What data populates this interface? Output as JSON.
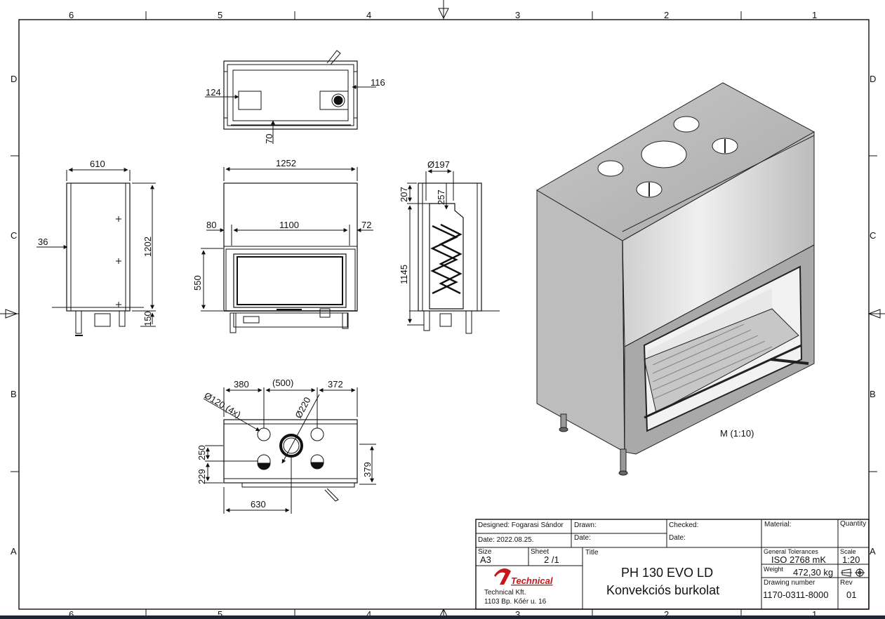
{
  "zones": {
    "columns": [
      "6",
      "5",
      "4",
      "3",
      "2",
      "1"
    ],
    "rows": [
      "D",
      "C",
      "B",
      "A"
    ]
  },
  "dimensions": {
    "top_view": [
      "124",
      "116",
      "70"
    ],
    "side_left": [
      "610",
      "1202",
      "36",
      "150"
    ],
    "front": [
      "1252",
      "80",
      "1100",
      "72",
      "550"
    ],
    "side_right": [
      "Ø197",
      "207",
      "257",
      "1145"
    ],
    "plan": [
      "380",
      "(500)",
      "372",
      "Ø120 (4x)",
      "Ø220",
      "250",
      "229",
      "379",
      "630"
    ]
  },
  "iso_label": "M (1:10)",
  "title_block": {
    "designed": "Designed: Fogarasi Sándor",
    "date_designed": "Date:  2022.08.25.",
    "drawn": "Drawn:",
    "drawn_date": "Date:",
    "checked": "Checked:",
    "checked_date": "Date:",
    "material": "Material:",
    "quantity": "Quantity",
    "size_label": "Size",
    "size_value": "A3",
    "sheet_label": "Sheet",
    "sheet_value": "2  /1",
    "title_label": "Title",
    "title_line1": "PH 130 EVO LD",
    "title_line2": "Konvekciós burkolat",
    "general_tol_label": "General Tolerances",
    "general_tol_value": "ISO 2768 mK",
    "scale_label": "Scale",
    "scale_value": "1:20",
    "weight_label": "Weight",
    "weight_value": "472,30 kg",
    "drawing_number_label": "Drawing number",
    "drawing_number_value": "1170-0311-8000",
    "rev_label": "Rev",
    "rev_value": "01",
    "company_logo": "Technical",
    "company_name": "Technical Kft.",
    "company_address": "1103 Bp. Kőér u. 16"
  },
  "colors": {
    "line": "#1a1a1a",
    "steel_light": "#d9d9d9",
    "steel_mid": "#bdbdbd",
    "steel_dark": "#8a8a8a",
    "logo_red": "#c8161d"
  }
}
